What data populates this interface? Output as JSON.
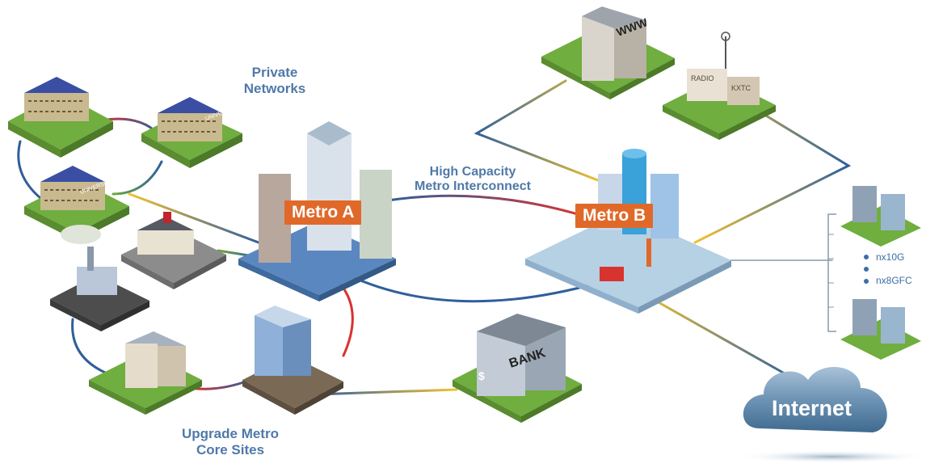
{
  "labels": {
    "private_networks": "Private\nNetworks",
    "interconnect": "High Capacity\nMetro Interconnect",
    "upgrade_sites": "Upgrade Metro\nCore Sites"
  },
  "metros": {
    "a": "Metro A",
    "b": "Metro B"
  },
  "signs": {
    "university": "UNIVERSITY",
    "www": "WWW",
    "radio": "RADIO",
    "kxtc": "KXTC",
    "bank": "BANK",
    "dollar": "$"
  },
  "datacenter": {
    "link1": "nx10G",
    "link2": "nx8GFC"
  },
  "cloud": {
    "label": "Internet"
  },
  "colors": {
    "red": "#d9332f",
    "blue": "#2f5f9b",
    "yellow": "#f2c230",
    "green": "#6caa3a",
    "label_blue": "#4f79a8",
    "metro_orange": "#e0692a",
    "cloud": "#5f86a8"
  }
}
